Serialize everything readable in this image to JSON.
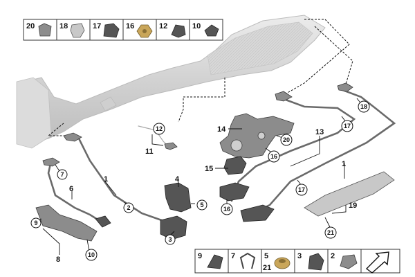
{
  "top_strip": [
    {
      "num": "20",
      "icon": "clip-icon"
    },
    {
      "num": "18",
      "icon": "bracket-clip-icon"
    },
    {
      "num": "17",
      "icon": "cable-clip-icon"
    },
    {
      "num": "16",
      "icon": "hex-nut-icon"
    },
    {
      "num": "12",
      "icon": "holder-icon"
    },
    {
      "num": "10",
      "icon": "fastener-icon"
    }
  ],
  "bottom_strip": [
    {
      "num": "9",
      "num2": "",
      "icon": "connector-icon"
    },
    {
      "num": "7",
      "num2": "",
      "icon": "spring-clip-icon"
    },
    {
      "num": "5",
      "num2": "21",
      "icon": "collar-nut-icon"
    },
    {
      "num": "3",
      "num2": "",
      "icon": "cable-holder-icon"
    },
    {
      "num": "2",
      "num2": "",
      "icon": "plug-icon"
    },
    {
      "num": "",
      "num2": "",
      "icon": "arrow-icon"
    }
  ],
  "labels": {
    "l1a": "1",
    "l1b": "1",
    "l4": "4",
    "l6": "6",
    "l8": "8",
    "l11": "11",
    "l13": "13",
    "l14": "14",
    "l15": "15",
    "l19": "19"
  },
  "circled": {
    "c2": "2",
    "c3": "3",
    "c5": "5",
    "c7": "7",
    "c9": "9",
    "c10": "10",
    "c12": "12",
    "c16a": "16",
    "c16b": "16",
    "c17a": "17",
    "c17b": "17",
    "c18": "18",
    "c20": "20",
    "c21": "21"
  }
}
